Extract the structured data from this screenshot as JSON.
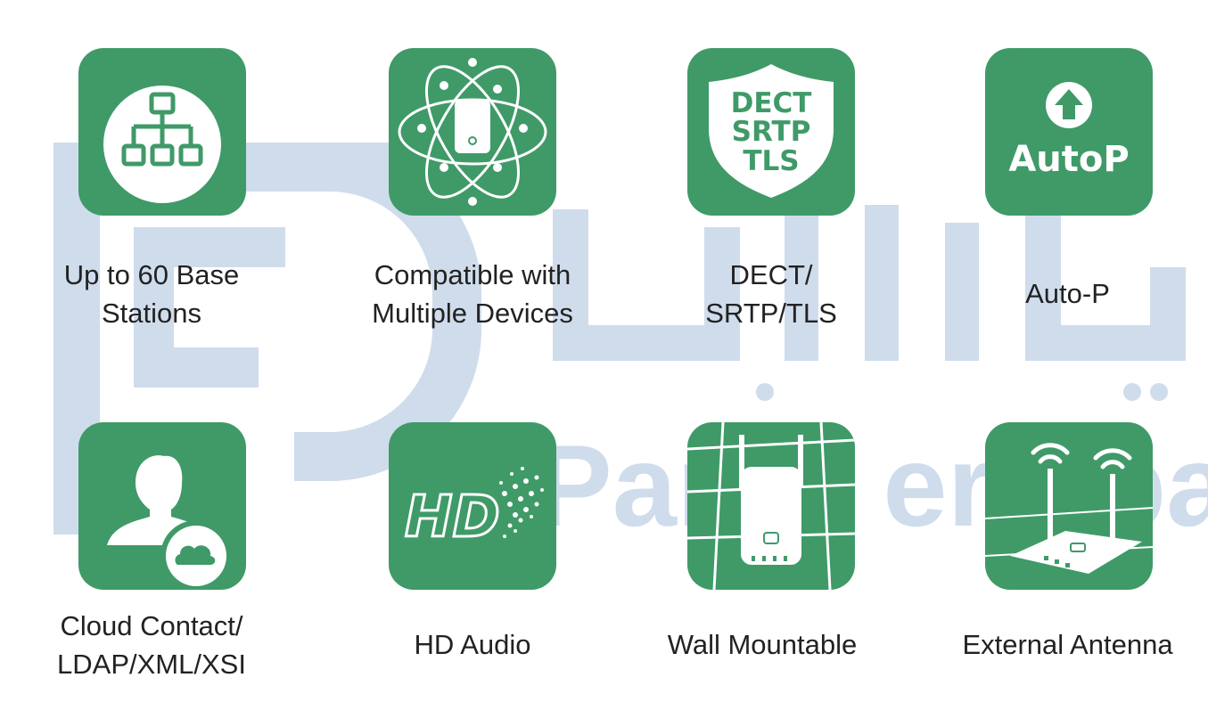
{
  "colors": {
    "tile_green": "#3f9a68",
    "watermark_blue": "#cfdcec",
    "text": "#222222"
  },
  "watermark": {
    "latin": "Parsa ertebat",
    "persian": "پارسا"
  },
  "features": [
    {
      "icon": "network-tree-icon",
      "lines": [
        "Up to 60 Base",
        "Stations"
      ]
    },
    {
      "icon": "atom-devices-icon",
      "lines": [
        "Compatible with",
        "Multiple Devices"
      ]
    },
    {
      "icon": "security-shield-icon",
      "lines": [
        "DECT/",
        "SRTP/TLS"
      ],
      "icon_text": [
        "DECT",
        "SRTP",
        "TLS"
      ]
    },
    {
      "icon": "auto-provision-icon",
      "lines": [
        "Auto-P"
      ],
      "icon_text": "AutoP"
    },
    {
      "icon": "cloud-contact-icon",
      "lines": [
        "Cloud Contact/",
        "LDAP/XML/XSI"
      ]
    },
    {
      "icon": "hd-audio-icon",
      "lines": [
        "HD Audio"
      ],
      "icon_text": "HD"
    },
    {
      "icon": "wall-mount-icon",
      "lines": [
        "Wall Mountable"
      ]
    },
    {
      "icon": "external-antenna-icon",
      "lines": [
        "External Antenna"
      ]
    }
  ]
}
